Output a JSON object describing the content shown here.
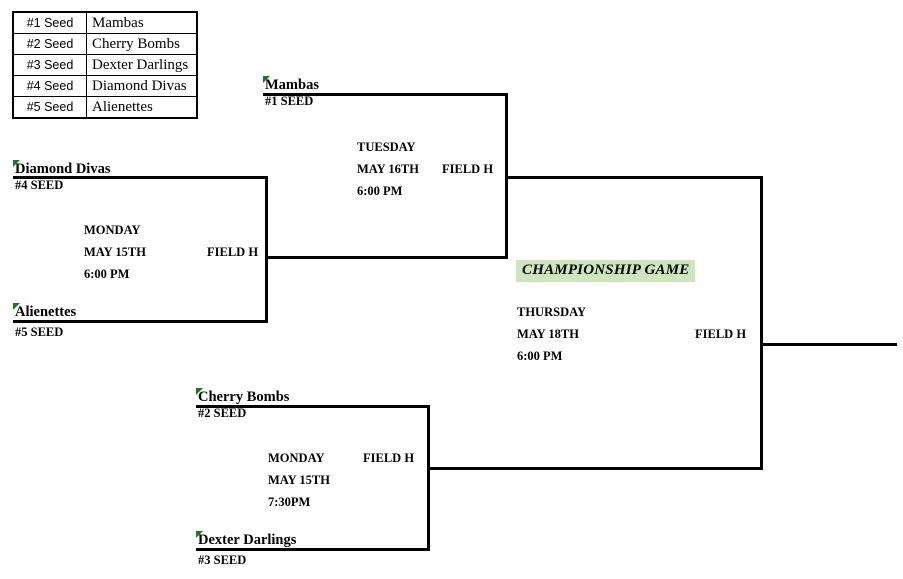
{
  "seed_table": {
    "rows": [
      {
        "seed": "#1 Seed",
        "team": "Mambas"
      },
      {
        "seed": "#2 Seed",
        "team": "Cherry Bombs"
      },
      {
        "seed": "#3 Seed",
        "team": "Dexter Darlings"
      },
      {
        "seed": "#4 Seed",
        "team": "Diamond Divas"
      },
      {
        "seed": "#5 Seed",
        "team": "Alienettes"
      }
    ]
  },
  "bracket": {
    "teams": {
      "mambas": {
        "name": "Mambas",
        "seed": "#1 SEED"
      },
      "diamond_divas": {
        "name": "Diamond Divas",
        "seed": "#4 SEED"
      },
      "alienettes": {
        "name": "Alienettes",
        "seed": "#5 SEED"
      },
      "cherry_bombs": {
        "name": "Cherry Bombs",
        "seed": "#2 SEED"
      },
      "dexter_darlings": {
        "name": "Dexter Darlings",
        "seed": "#3 SEED"
      }
    },
    "games": {
      "quarterfinal": {
        "day": "MONDAY",
        "date": "MAY 15TH",
        "time": "6:00 PM",
        "field": "FIELD H"
      },
      "semifinal_top": {
        "day": "TUESDAY",
        "date": "MAY 16TH",
        "time": "6:00 PM",
        "field": "FIELD H"
      },
      "semifinal_bottom": {
        "day": "MONDAY",
        "date": "MAY 15TH",
        "time": "7:30PM",
        "field": "FIELD H"
      },
      "championship": {
        "title": "CHAMPIONSHIP GAME",
        "day": "THURSDAY",
        "date": "MAY 18TH",
        "time": "6:00 PM",
        "field": "FIELD H"
      }
    }
  },
  "colors": {
    "highlight_green": "#cfe5bc",
    "comment_flag_green": "#1a7a1f",
    "line_black": "#000000"
  }
}
